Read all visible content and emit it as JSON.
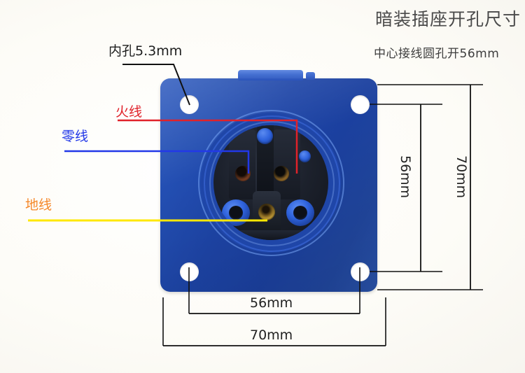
{
  "header": {
    "title": "暗装插座开孔尺寸",
    "subtitle": "中心接线圆孔开56mm"
  },
  "callouts": {
    "inner_hole": "内孔5.3mm",
    "live_wire": "火线",
    "neutral_wire": "零线",
    "ground_wire": "地线"
  },
  "dimensions": {
    "width_inner": "56mm",
    "width_outer": "70mm",
    "height_inner": "56mm",
    "height_outer": "70mm"
  },
  "colors": {
    "flange_blue": "#1d44a6",
    "recess_blue": "#2f5ad6",
    "live_red": "#e0222a",
    "neutral_blue": "#2238e8",
    "ground_orange": "#f5882a",
    "ground_line_yellow": "#ffe800",
    "background": "#fdfcf8",
    "title_gray": "#4a4a4a"
  }
}
